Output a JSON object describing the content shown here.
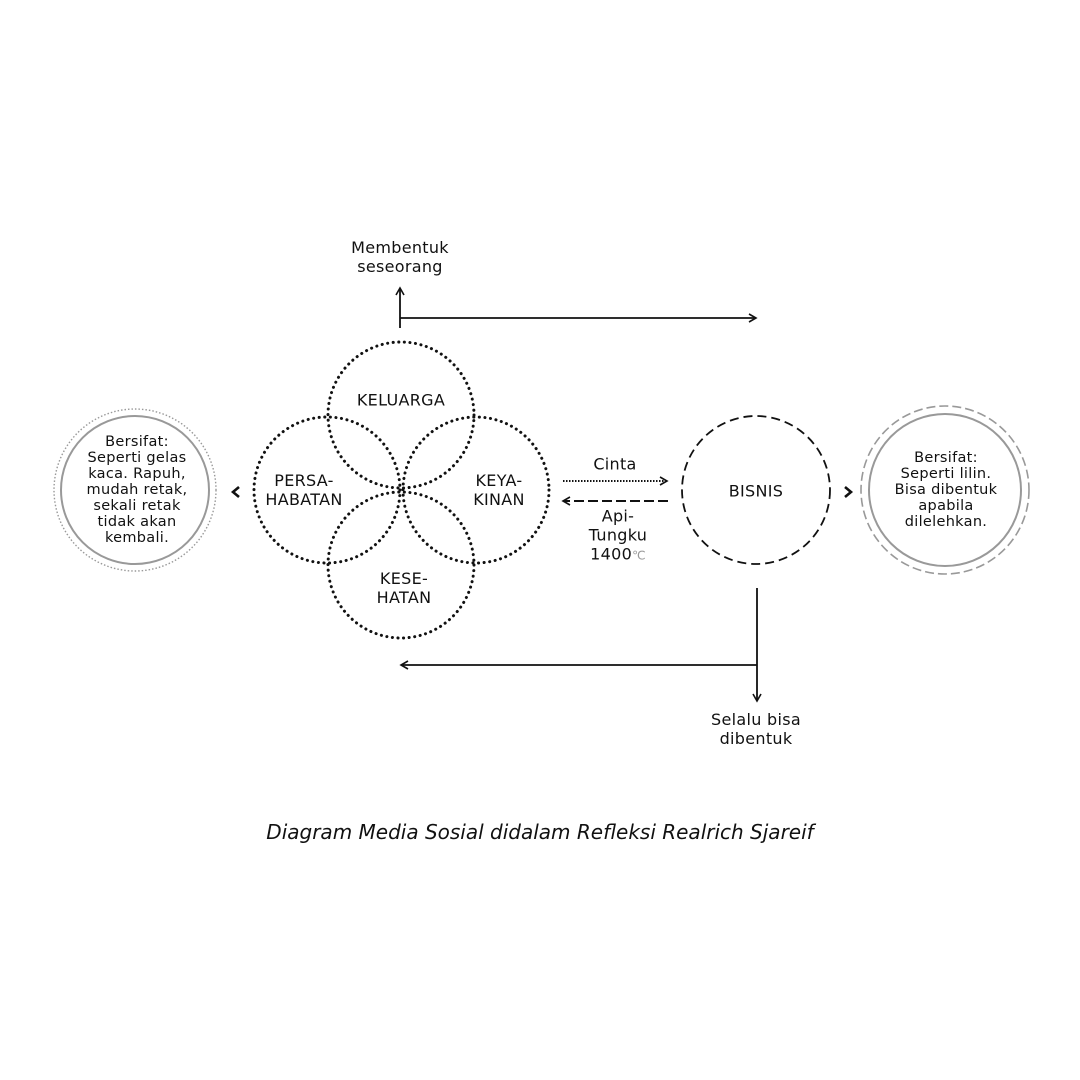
{
  "top_label": [
    "Membentuk",
    "seseorang"
  ],
  "bottom_label": [
    "Selalu bisa",
    "dibentuk"
  ],
  "circles": {
    "keluarga": "KELUARGA",
    "persahabatan": [
      "PERSA-",
      "HABATAN"
    ],
    "keyakinan": [
      "KEYA-",
      "KINAN"
    ],
    "kesehatan": [
      "KESE-",
      "HATAN"
    ],
    "bisnis": "BISNIS"
  },
  "left_note": [
    "Bersifat:",
    "Seperti gelas",
    "kaca. Rapuh,",
    "mudah retak,",
    "sekali retak",
    "tidak akan",
    "kembali."
  ],
  "right_note": [
    "Bersifat:",
    "Seperti lilin.",
    "Bisa dibentuk",
    "apabila",
    "dilelehkan."
  ],
  "arrow_top_label": "Cinta",
  "arrow_bottom_label": [
    "Api-",
    "Tungku",
    "1400"
  ],
  "degree_symbol": "℃",
  "caption": "Diagram Media Sosial didalam Refleksi Realrich Sjareif"
}
